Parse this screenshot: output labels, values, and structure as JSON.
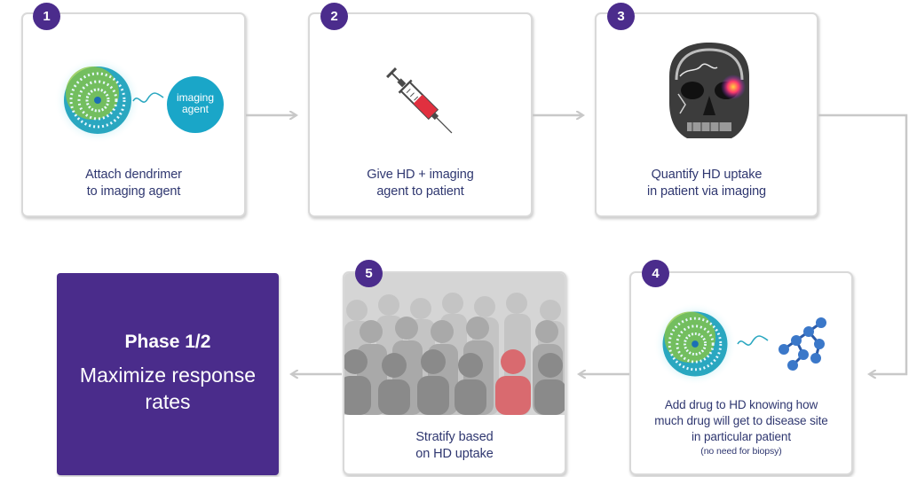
{
  "steps": [
    {
      "number": "1",
      "caption_lines": [
        "Attach dendrimer",
        "to imaging agent"
      ],
      "agent_label_lines": [
        "imaging",
        "agent"
      ]
    },
    {
      "number": "2",
      "caption_lines": [
        "Give HD + imaging",
        "agent to patient"
      ]
    },
    {
      "number": "3",
      "caption_lines": [
        "Quantify HD uptake",
        "in patient via imaging"
      ]
    },
    {
      "number": "4",
      "caption_lines": [
        "Add drug to HD knowing how",
        "much drug will get to disease site",
        "in particular patient"
      ],
      "note": "(no need for biopsy)"
    },
    {
      "number": "5",
      "caption_lines": [
        "Stratify based",
        "on HD uptake"
      ]
    }
  ],
  "phase": {
    "title": "Phase 1/2",
    "subtitle_lines": [
      "Maximize response",
      "rates"
    ]
  },
  "colors": {
    "purple": "#4b2c8c",
    "teal": "#1aa6c8",
    "arrow_gray": "#c8c8c8",
    "highlight_person": "#d96a6f",
    "crowd_gray": "#9a9a9a"
  }
}
